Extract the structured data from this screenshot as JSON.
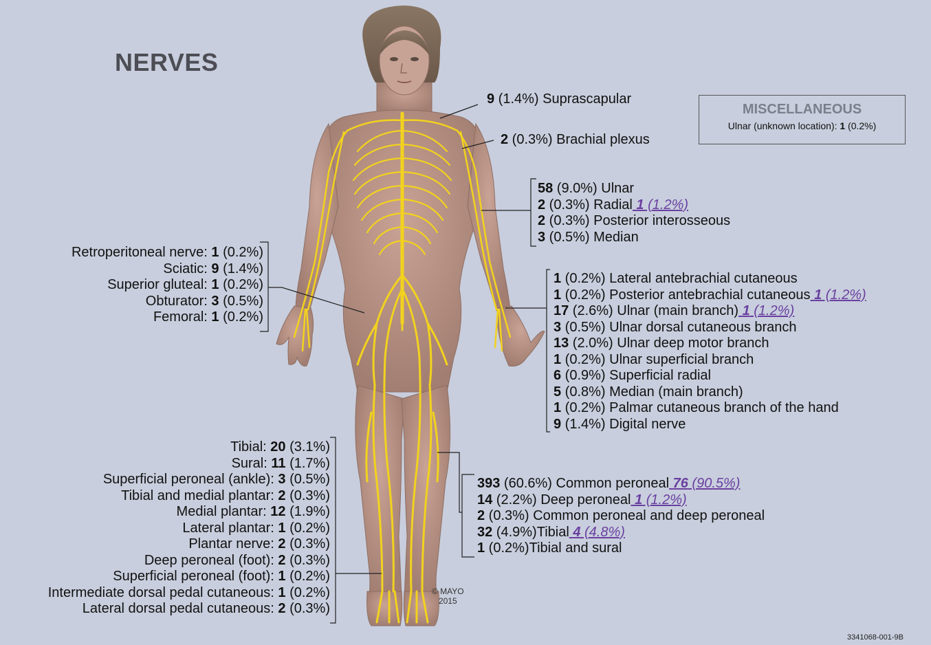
{
  "title": "NERVES",
  "miscellaneous": {
    "title": "MISCELLANEOUS",
    "label": "Ulnar (unknown location): ",
    "count": "1",
    "pct": " (0.2%)"
  },
  "copyright": {
    "line1": "© MAYO",
    "line2": "2015"
  },
  "figure_id": "3341068-001-9B",
  "colors": {
    "background": "#c8cedd",
    "nerve": "#f2d21e",
    "highlight": "#6a3fa0",
    "skin": "#b89385"
  },
  "groups": {
    "shoulder_upper": [
      {
        "count": "9",
        "pct": " (1.4%)",
        "label": " Suprascapular"
      }
    ],
    "shoulder_lower": [
      {
        "count": "2",
        "pct": " (0.3%)",
        "label": " Brachial plexus"
      }
    ],
    "arm": [
      {
        "count": "58",
        "pct": " (9.0%)",
        "label": " Ulnar"
      },
      {
        "count": "2",
        "pct": " (0.3%)",
        "label": " Radial",
        "hl_count": "1",
        "hl_pct": " (1.2%)"
      },
      {
        "count": "2",
        "pct": " (0.3%)",
        "label": " Posterior interosseous"
      },
      {
        "count": "3",
        "pct": " (0.5%)",
        "label": " Median"
      }
    ],
    "hand": [
      {
        "count": "1",
        "pct": " (0.2%)",
        "label": " Lateral antebrachial cutaneous"
      },
      {
        "count": "1",
        "pct": " (0.2%)",
        "label": " Posterior antebrachial cutaneous",
        "hl_count": "1",
        "hl_pct": " (1.2%)"
      },
      {
        "count": "17",
        "pct": " (2.6%)",
        "label": " Ulnar (main branch)",
        "hl_count": "1",
        "hl_pct": " (1.2%)"
      },
      {
        "count": "3",
        "pct": " (0.5%)",
        "label": " Ulnar dorsal cutaneous branch"
      },
      {
        "count": "13",
        "pct": " (2.0%)",
        "label": " Ulnar deep motor branch"
      },
      {
        "count": "1",
        "pct": " (0.2%)",
        "label": " Ulnar superficial branch"
      },
      {
        "count": "6",
        "pct": " (0.9%)",
        "label": " Superficial radial"
      },
      {
        "count": "5",
        "pct": " (0.8%)",
        "label": " Median (main branch)"
      },
      {
        "count": "1",
        "pct": " (0.2%)",
        "label": " Palmar cutaneous branch of the hand"
      },
      {
        "count": "9",
        "pct": " (1.4%)",
        "label": " Digital nerve"
      }
    ],
    "knee": [
      {
        "count": "393",
        "pct": " (60.6%)",
        "label": " Common peroneal",
        "hl_count": "76",
        "hl_pct": " (90.5%)"
      },
      {
        "count": "14",
        "pct": " (2.2%)",
        "label": " Deep peroneal",
        "hl_count": "1",
        "hl_pct": " (1.2%)"
      },
      {
        "count": "2",
        "pct": " (0.3%)",
        "label": " Common peroneal and deep peroneal"
      },
      {
        "count": "32",
        "pct": " (4.9%)",
        "label": "Tibial",
        "hl_count": "4",
        "hl_pct": " (4.8%)"
      },
      {
        "count": "1",
        "pct": " (0.2%)",
        "label": "Tibial and sural"
      }
    ],
    "hip": [
      {
        "label": "Retroperitoneal nerve: ",
        "count": "1",
        "pct": " (0.2%)"
      },
      {
        "label": "Sciatic: ",
        "count": "9",
        "pct": " (1.4%)"
      },
      {
        "label": "Superior gluteal: ",
        "count": "1",
        "pct": " (0.2%)"
      },
      {
        "label": "Obturator: ",
        "count": "3",
        "pct": " (0.5%)"
      },
      {
        "label": "Femoral: ",
        "count": "1",
        "pct": " (0.2%)"
      }
    ],
    "foot": [
      {
        "label": "Tibial: ",
        "count": "20",
        "pct": " (3.1%)"
      },
      {
        "label": "Sural: ",
        "count": "11",
        "pct": " (1.7%)"
      },
      {
        "label": "Superficial peroneal (ankle): ",
        "count": "3",
        "pct": " (0.5%)"
      },
      {
        "label": "Tibial and medial plantar: ",
        "count": "2",
        "pct": " (0.3%)"
      },
      {
        "label": "Medial plantar: ",
        "count": "12",
        "pct": " (1.9%)"
      },
      {
        "label": "Lateral plantar: ",
        "count": "1",
        "pct": " (0.2%)"
      },
      {
        "label": "Plantar nerve: ",
        "count": "2",
        "pct": " (0.3%)"
      },
      {
        "label": "Deep peroneal (foot): ",
        "count": "2",
        "pct": " (0.3%)"
      },
      {
        "label": "Superficial peroneal (foot): ",
        "count": "1",
        "pct": " (0.2%)"
      },
      {
        "label": "Intermediate dorsal pedal cutaneous: ",
        "count": "1",
        "pct": " (0.2%)"
      },
      {
        "label": "Lateral dorsal pedal cutaneous: ",
        "count": "2",
        "pct": " (0.3%)"
      }
    ]
  }
}
